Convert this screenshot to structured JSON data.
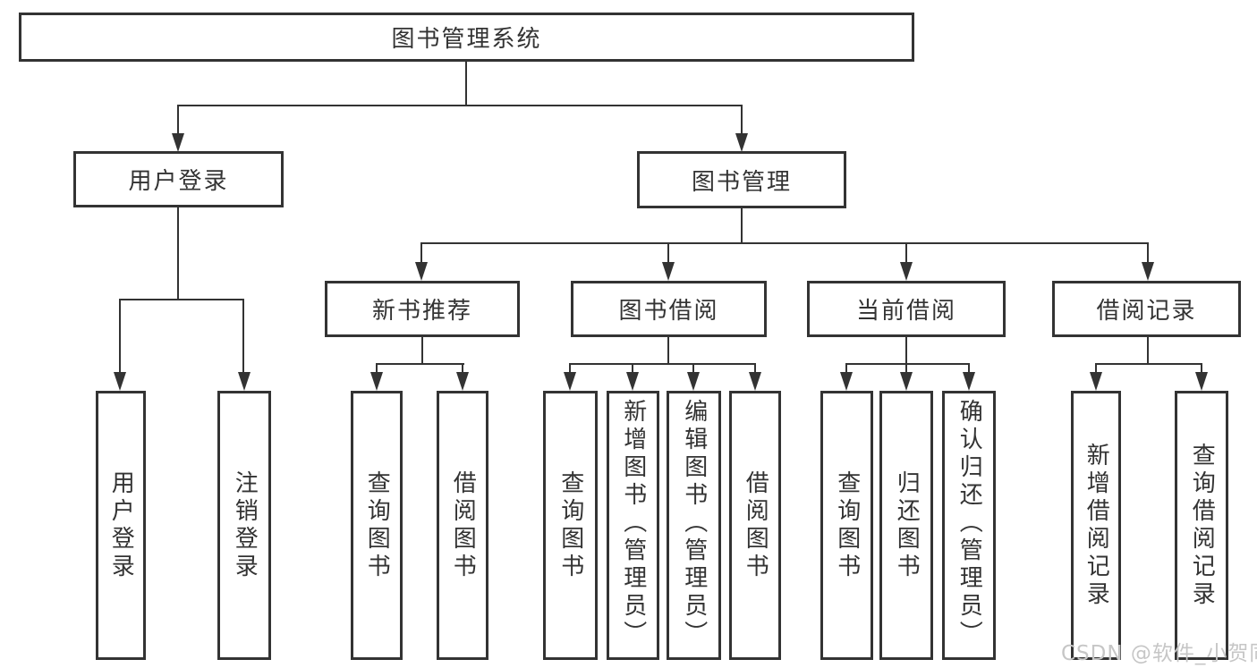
{
  "root": {
    "label": "图书管理系统"
  },
  "level1": [
    {
      "label": "用户登录"
    },
    {
      "label": "图书管理"
    }
  ],
  "level2": [
    {
      "label": "新书推荐"
    },
    {
      "label": "图书借阅"
    },
    {
      "label": "当前借阅"
    },
    {
      "label": "借阅记录"
    }
  ],
  "leaves": [
    {
      "label": "用户登录"
    },
    {
      "label": "注销登录"
    },
    {
      "label": "查询图书"
    },
    {
      "label": "借阅图书"
    },
    {
      "label": "查询图书"
    },
    {
      "label": "新增图书（管理员）"
    },
    {
      "label": "编辑图书（管理员）"
    },
    {
      "label": "借阅图书"
    },
    {
      "label": "查询图书"
    },
    {
      "label": "归还图书"
    },
    {
      "label": "确认归还（管理员）"
    },
    {
      "label": "新增借阅记录"
    },
    {
      "label": "查询借阅记录"
    }
  ],
  "watermark": {
    "text": "CSDN @软件_小贺同学"
  },
  "colors": {
    "line": "#333333",
    "text": "#333333",
    "background": "#ffffff",
    "watermark": "#c6c6c6"
  }
}
